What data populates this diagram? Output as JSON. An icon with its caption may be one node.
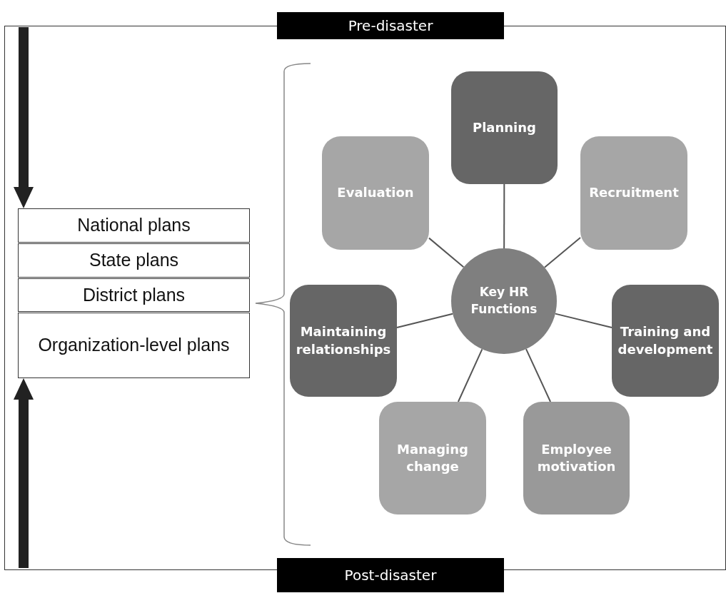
{
  "diagram": {
    "nodes": [
      {
        "text": [
          "Pre-disaster"
        ]
      },
      {
        "text": [
          "National plans"
        ]
      },
      {
        "text": [
          "State plans"
        ]
      },
      {
        "text": [
          "District plans"
        ]
      },
      {
        "text": [
          "Organization-level plans"
        ]
      },
      {
        "text": [
          "Key HR Functions"
        ]
      },
      {
        "text": [
          "Planning"
        ]
      },
      {
        "text": [
          "Recruitment"
        ]
      },
      {
        "text": [
          "Training and development"
        ]
      },
      {
        "text": [
          "Employee motivation"
        ]
      },
      {
        "text": [
          "Managing change"
        ]
      },
      {
        "text": [
          "Maintaining relationships"
        ]
      },
      {
        "text": [
          "Evaluation"
        ]
      },
      {
        "text": [
          "Post-disaster"
        ]
      }
    ],
    "edges": [
      {
        "from": 5,
        "to": 6,
        "arrow": "none"
      },
      {
        "from": 5,
        "to": 7,
        "arrow": "none"
      },
      {
        "from": 5,
        "to": 8,
        "arrow": "none"
      },
      {
        "from": 5,
        "to": 9,
        "arrow": "none"
      },
      {
        "from": 5,
        "to": 10,
        "arrow": "none"
      },
      {
        "from": 5,
        "to": 11,
        "arrow": "none"
      },
      {
        "from": 5,
        "to": 12,
        "arrow": "none"
      },
      {
        "from": null,
        "to": 1,
        "arrow": "to",
        "style": "thick"
      },
      {
        "from": null,
        "to": 4,
        "arrow": "to",
        "style": "thick"
      }
    ]
  }
}
